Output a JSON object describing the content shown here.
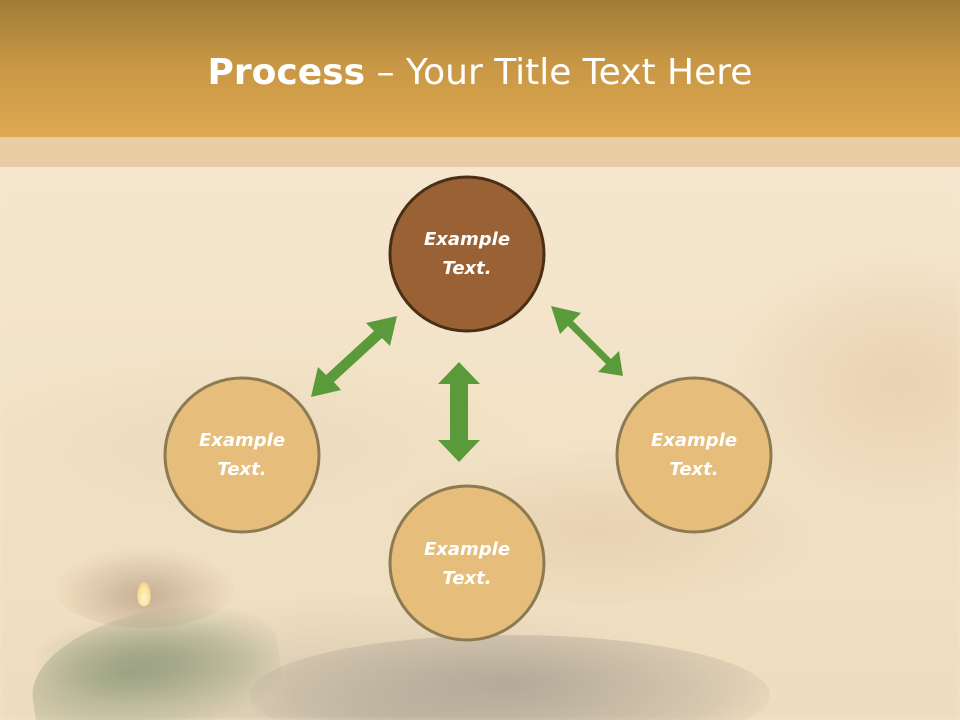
{
  "title": {
    "bold": "Process",
    "rest": " – Your Title Text Here"
  },
  "nodes": {
    "top": {
      "line1": "Example",
      "line2": "Text."
    },
    "left": {
      "line1": "Example",
      "line2": "Text."
    },
    "right": {
      "line1": "Example",
      "line2": "Text."
    },
    "bottom": {
      "line1": "Example",
      "line2": "Text."
    }
  },
  "colors": {
    "header": "#dfa952",
    "center_node_fill": "#9a6234",
    "node_fill": "#e6bd7a",
    "node_stroke": "#8b7a52",
    "arrow": "#5a9a3a"
  }
}
